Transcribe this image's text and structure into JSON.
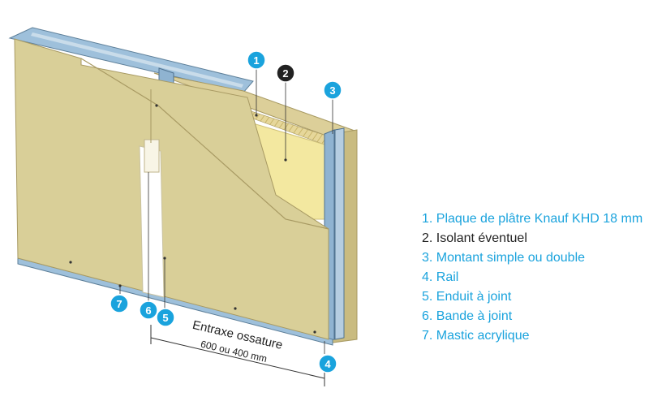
{
  "colors": {
    "accent": "#1aa3dd",
    "legend_highlight": "#222222",
    "plasterboard": "#d9cf98",
    "insulation": "#f3e8a0",
    "metal_stud": "#8fb3d1"
  },
  "dimension": {
    "label": "Entraxe ossature",
    "value": "600 ou 400 mm"
  },
  "markers": [
    {
      "number": "1",
      "style": "accent"
    },
    {
      "number": "2",
      "style": "dark"
    },
    {
      "number": "3",
      "style": "accent"
    },
    {
      "number": "4",
      "style": "accent"
    },
    {
      "number": "5",
      "style": "accent"
    },
    {
      "number": "6",
      "style": "accent"
    },
    {
      "number": "7",
      "style": "accent"
    }
  ],
  "legend": [
    {
      "text": "1. Plaque de plâtre Knauf KHD 18 mm",
      "style": "accent"
    },
    {
      "text": "2. Isolant éventuel",
      "style": "dark"
    },
    {
      "text": "3. Montant simple ou double",
      "style": "accent"
    },
    {
      "text": "4. Rail",
      "style": "accent"
    },
    {
      "text": "5. Enduit à joint",
      "style": "accent"
    },
    {
      "text": "6. Bande à joint",
      "style": "accent"
    },
    {
      "text": "7. Mastic acrylique",
      "style": "accent"
    }
  ]
}
